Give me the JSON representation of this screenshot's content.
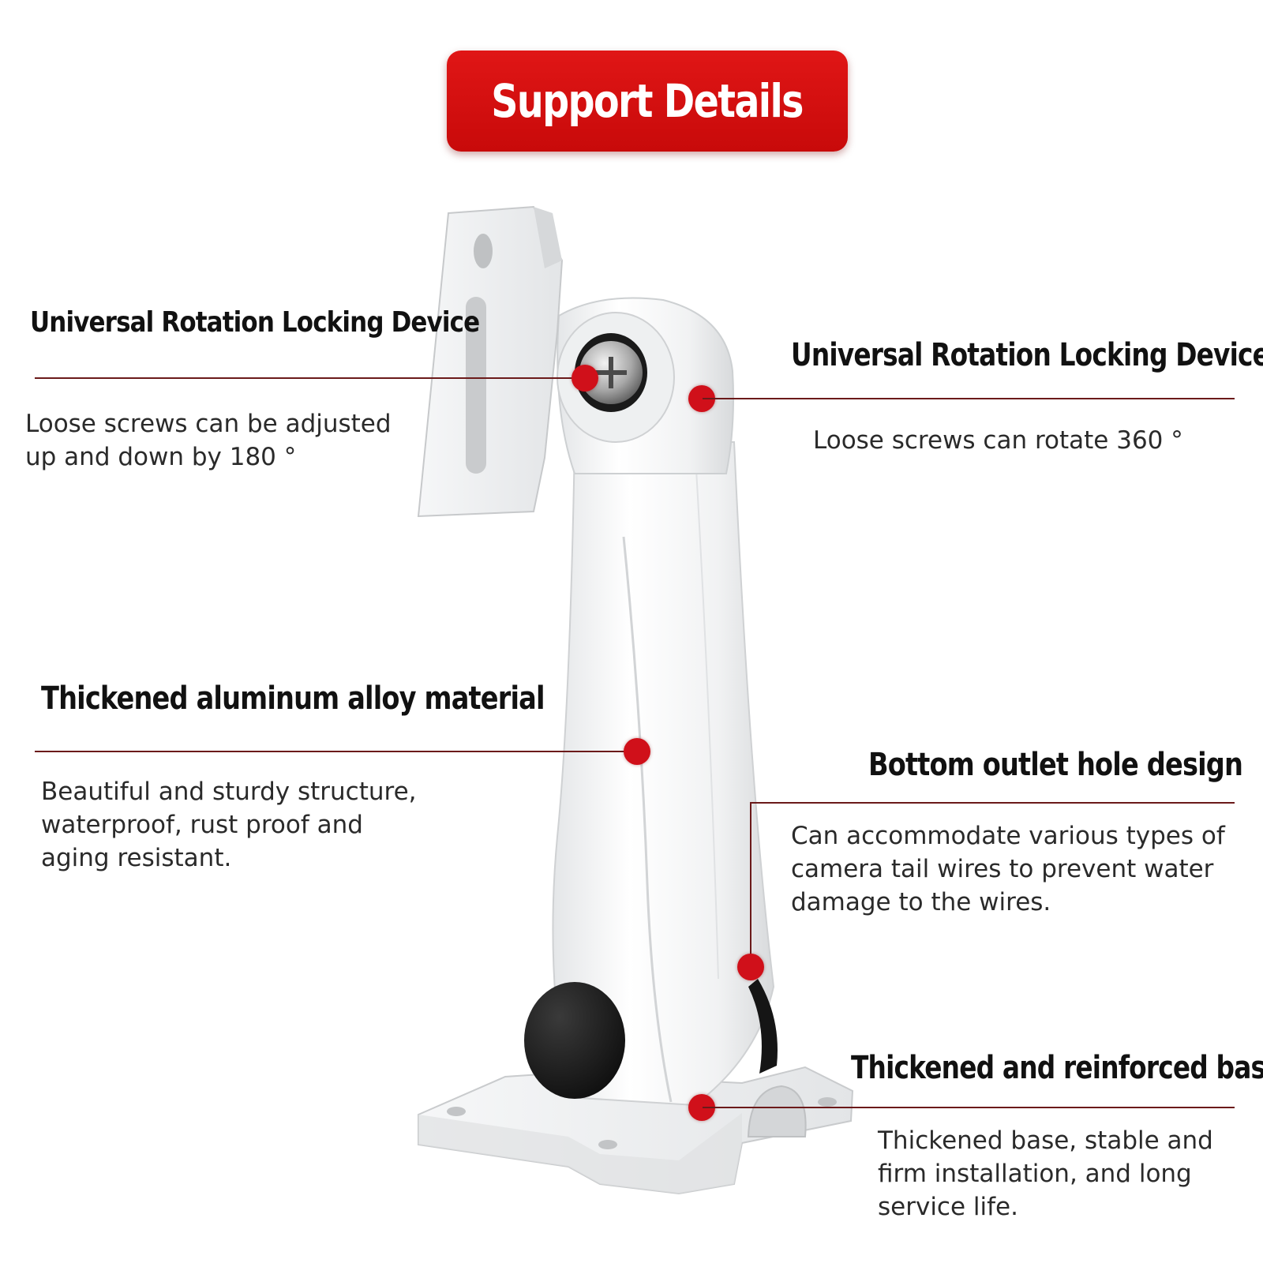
{
  "banner": {
    "title": "Support Details"
  },
  "callouts": [
    {
      "heading": "Universal Rotation Locking Device",
      "lines": [
        "Loose screws can be adjusted",
        "up and down by 180 °"
      ]
    },
    {
      "heading": "Universal Rotation Locking Device",
      "lines": [
        "Loose screws can rotate 360 °"
      ]
    },
    {
      "heading": "Thickened aluminum alloy material",
      "lines": [
        "Beautiful and sturdy structure,",
        "waterproof, rust proof and",
        "aging resistant."
      ]
    },
    {
      "heading": "Bottom outlet hole design",
      "lines": [
        "Can accommodate various types of",
        "camera tail wires to prevent water",
        "damage to the wires."
      ]
    },
    {
      "heading": "Thickened and reinforced base",
      "lines": [
        "Thickened base, stable and",
        "firm installation, and long",
        "service life."
      ]
    }
  ],
  "colors": {
    "accent": "#d0101a",
    "banner": "#d11212",
    "line": "#6b1a1a",
    "text": "#111111"
  }
}
